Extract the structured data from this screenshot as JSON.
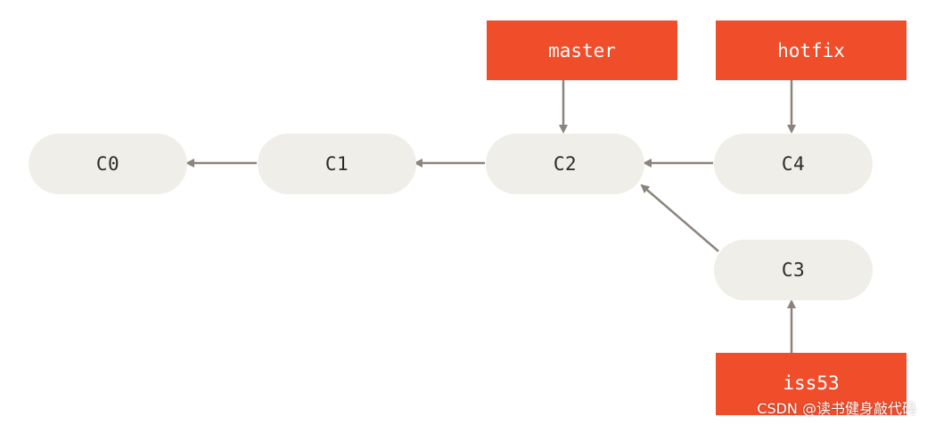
{
  "diagram": {
    "commits": {
      "c0": "C0",
      "c1": "C1",
      "c2": "C2",
      "c3": "C3",
      "c4": "C4"
    },
    "branches": {
      "master": "master",
      "hotfix": "hotfix",
      "iss53": "iss53"
    },
    "colors": {
      "commit_fill": "#efeee8",
      "branch_fill": "#f04d2b",
      "arrow": "#8a857c"
    }
  },
  "watermark": "CSDN @读书健身敲代码"
}
